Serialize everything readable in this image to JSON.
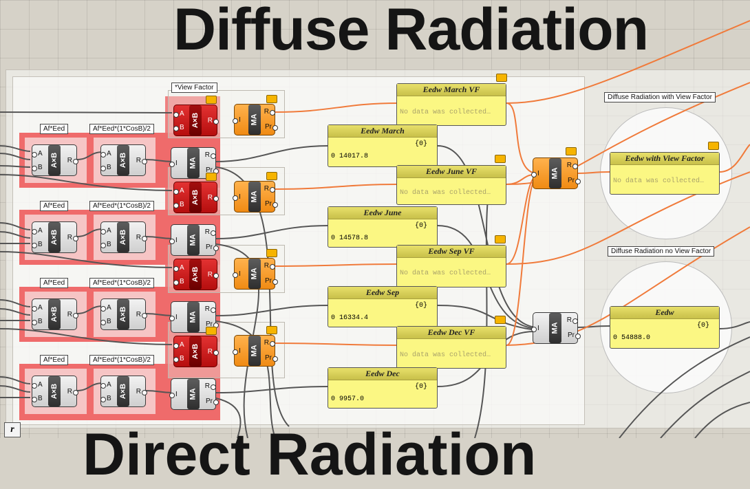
{
  "titles": {
    "top": "Diffuse Radiation",
    "bottom": "Direct Radiation"
  },
  "icons": {
    "component_badge": "warning-balloon-icon",
    "corner": "script-r-icon"
  },
  "colors": {
    "canvas": "#d6d2c8",
    "red_group": "#ef6b6b",
    "panel_yellow": "#fbf783",
    "wire_orange": "#f07a3a",
    "wire_dark": "#444444",
    "mult_red": "#c81e1e",
    "average_orange": "#f5a030"
  },
  "multiply_component": {
    "label": "A×B",
    "in_a": "A",
    "in_b": "B",
    "out": "R"
  },
  "average_component": {
    "label": "MA",
    "in": "I",
    "out_r": "R",
    "out_pr": "Pr"
  },
  "row_tags": {
    "af_eed": "Af*Eed",
    "af_eed_cos": "Af*Eed*(1*CosB)/2",
    "view_factor": "*View Factor"
  },
  "panels": {
    "march_vf": {
      "title": "Eedw March VF",
      "text": "No data was collected…"
    },
    "march": {
      "title": "Eedw March",
      "index": "{0}",
      "row": "0",
      "value": "14017.8"
    },
    "june_vf": {
      "title": "Eedw June VF",
      "text": "No data was collected…"
    },
    "june": {
      "title": "Eedw June",
      "index": "{0}",
      "row": "0",
      "value": "14578.8"
    },
    "sep_vf": {
      "title": "Eedw Sep VF",
      "text": "No data was collected…"
    },
    "sep": {
      "title": "Eedw Sep",
      "index": "{0}",
      "row": "0",
      "value": "16334.4"
    },
    "dec_vf": {
      "title": "Eedw Dec VF",
      "text": "No data was collected…"
    },
    "dec": {
      "title": "Eedw Dec",
      "index": "{0}",
      "row": "0",
      "value": "9957.0"
    },
    "with_vf": {
      "title": "Eedw with View Factor",
      "text": "No data was collected…"
    },
    "total": {
      "title": "Eedw",
      "index": "{0}",
      "row": "0",
      "value": "54888.0"
    }
  },
  "group_labels": {
    "with_vf": "Diffuse Radiation with View Factor",
    "no_vf": "Diffuse Radiation no View Factor"
  },
  "corner_button": "r"
}
